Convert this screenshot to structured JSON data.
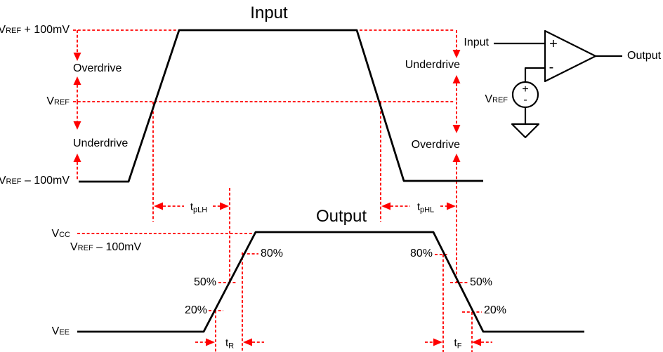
{
  "titles": {
    "input": "Input",
    "output": "Output"
  },
  "wave": {
    "vref_plus": {
      "base": "V",
      "sub": "REF",
      "rest": " + 100mV"
    },
    "vref": {
      "base": "V",
      "sub": "REF"
    },
    "vref_minus": {
      "base": "V",
      "sub": "REF",
      "rest": " – 100mV"
    },
    "overdrive": "Overdrive",
    "underdrive": "Underdrive"
  },
  "out": {
    "vcc": {
      "base": "V",
      "sub": "CC"
    },
    "vref_minus": {
      "base": "V",
      "sub": "REF",
      "rest": " – 100mV"
    },
    "vee": {
      "base": "V",
      "sub": "EE"
    },
    "pct80": "80%",
    "pct50": "50%",
    "pct20": "20%"
  },
  "timing": {
    "tplh": {
      "base": "t",
      "sub": "pLH"
    },
    "tphl": {
      "base": "t",
      "sub": "pHL"
    },
    "tr": {
      "base": "t",
      "sub": "R"
    },
    "tf": {
      "base": "t",
      "sub": "F"
    }
  },
  "circuit": {
    "input": "Input",
    "output": "Output",
    "vref": {
      "base": "V",
      "sub": "REF"
    },
    "opamp_plus": "+",
    "opamp_minus": "-",
    "source_plus": "+",
    "source_minus": "-"
  },
  "colors": {
    "waveform": "#000000",
    "annotation": "#ff0000",
    "text": "#000000",
    "background": "#ffffff"
  }
}
